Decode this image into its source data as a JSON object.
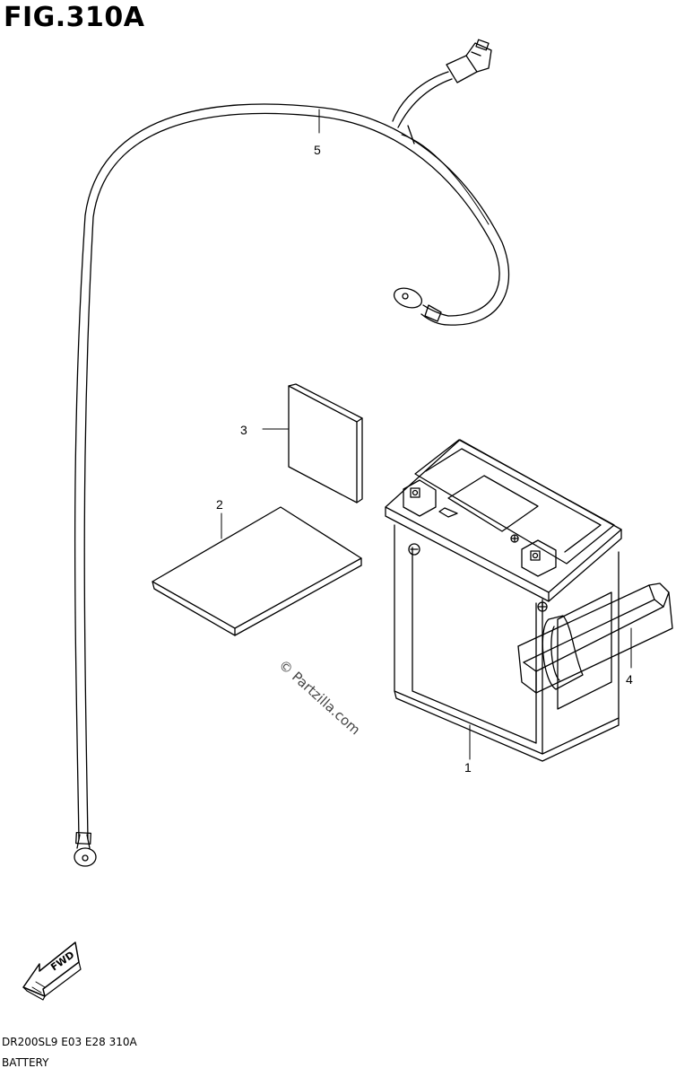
{
  "figure": {
    "title": "FIG.310A",
    "footer_code": "DR200SL9  E03  E28  310A",
    "footer_name": "BATTERY",
    "watermark": "© Partzilla.com",
    "fwd_label": "FWD"
  },
  "parts": [
    {
      "number": "1"
    },
    {
      "number": "2"
    },
    {
      "number": "3"
    },
    {
      "number": "4"
    },
    {
      "number": "5"
    }
  ]
}
